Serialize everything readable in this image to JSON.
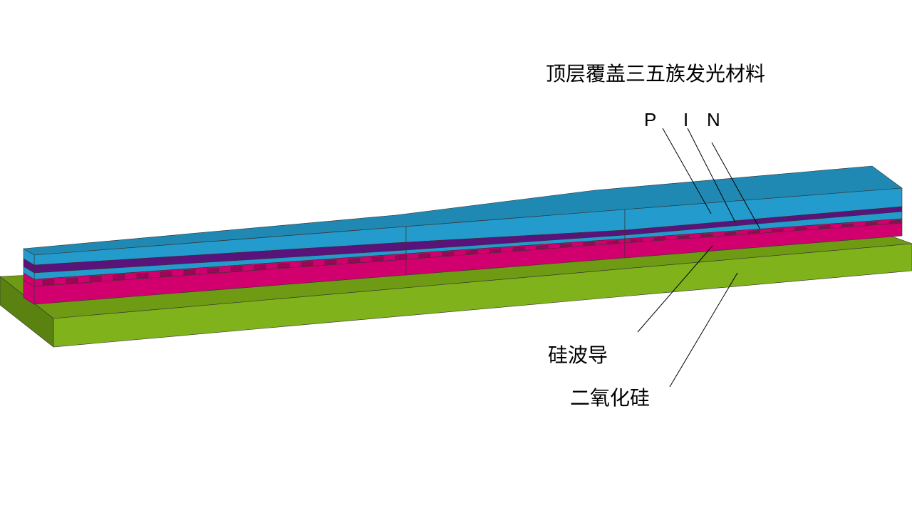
{
  "title": "顶层覆盖三五族发光材料",
  "labels": {
    "p": "P",
    "i": "I",
    "n": "N",
    "si_waveguide": "硅波导",
    "sio2": "二氧化硅"
  },
  "colors": {
    "sio2_top": "#6e9a14",
    "sio2_front": "#80b21c",
    "sio2_side": "#5a8210",
    "cladding_top": "#1f89b4",
    "cladding_front": "#249bcd",
    "cladding_side": "#1c7aa2",
    "i_layer": "#5a137a",
    "si": "#d2006e",
    "si_dark": "#a8005a"
  }
}
